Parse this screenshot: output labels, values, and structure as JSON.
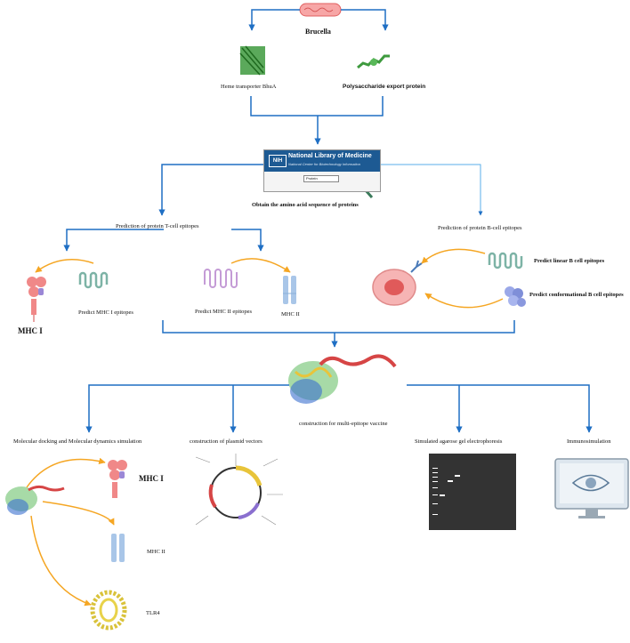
{
  "labels": {
    "brucella": "Brucella",
    "heme": "Heme transporter BhuA",
    "poly": "Polysaccharide export protein",
    "ncbi_title": "National Library of Medicine",
    "ncbi_sub": "National Center for Biotechnology Information",
    "ncbi_badge": "NIH",
    "ncbi_select": "Protein",
    "obtain": "Obtain the amino acid sequence of  proteins",
    "tcell": "Prediction of protein T-cell epitopes",
    "bcell": "Prediction of protein B-cell epitopes",
    "mhc1_pred": "Predict MHC I epitopes",
    "mhc2_pred": "Predict MHC II epitopes",
    "mhc1": "MHC I",
    "mhc2": "MHC II",
    "linear": "Predict linear B cell epitopes",
    "conform": "Predict conformational B cell epitopes",
    "vaccine": "construction for  multi-epitope vaccine",
    "docking": "Molecular docking and Molecular dynamics simulation",
    "plasmid": "construction of plasmid vectors",
    "gel": "Simulated agarose gel electrophoresis",
    "immuno": "Immunosimulation",
    "mhc1_b": "MHC I",
    "mhc2_b": "MHC II",
    "tlr4": "TLR4"
  },
  "colors": {
    "arrow_blue": "#1f6fc4",
    "arrow_orange": "#f5a623",
    "ncbi_blue": "#1d5a93"
  }
}
